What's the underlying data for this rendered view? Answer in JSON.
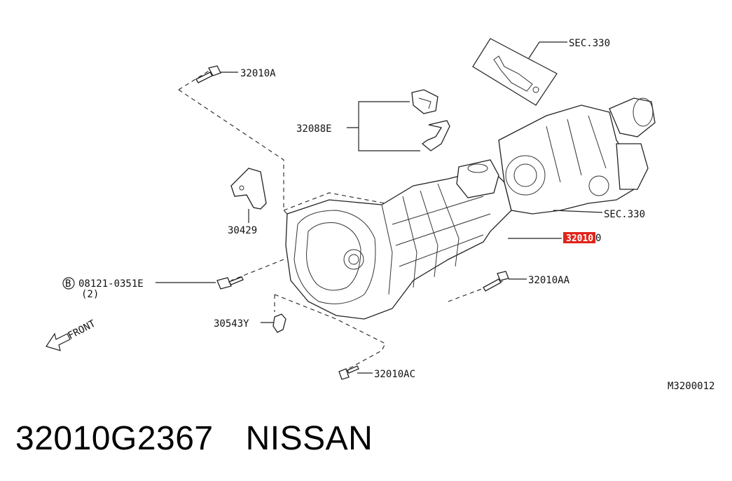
{
  "diagram": {
    "labels": {
      "sec330_top": "SEC.330",
      "bolt_32010A": "32010A",
      "bracket_32088E": "32088E",
      "bracket_30429": "30429",
      "sec330_right": "SEC.330",
      "highlight_part": "32010",
      "bolt_32010AA": "32010AA",
      "bolt_08121": "08121-0351E",
      "bolt_08121_qty": "(2)",
      "bolt_circle_B": "B",
      "clip_30543Y": "30543Y",
      "bolt_32010AC": "32010AC",
      "front": "FRONT",
      "ref_code": "M3200012"
    },
    "highlight_color": "#e0241a"
  },
  "footer": {
    "part_number": "32010G2367",
    "brand": "NISSAN"
  }
}
